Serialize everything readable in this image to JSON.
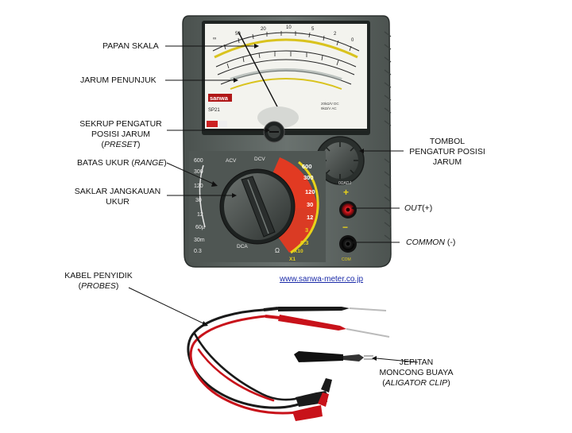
{
  "labels": {
    "papan_skala": "PAPAN SKALA",
    "jarum_penunjuk": "JARUM PENUNJUK",
    "sekrup_l1": "SEKRUP PENGATUR",
    "sekrup_l2": "POSISI JARUM",
    "sekrup_l3_open": "(",
    "sekrup_l3_it": "PRESET",
    "sekrup_l3_close": ")",
    "batas_pre": "BATAS UKUR (",
    "batas_it": "RANGE",
    "batas_post": ")",
    "saklar_l1": "SAKLAR JANGKAUAN",
    "saklar_l2": "UKUR",
    "tombol_l1": "TOMBOL",
    "tombol_l2": "PENGATUR POSISI",
    "tombol_l3": "JARUM",
    "out_it": "OUT",
    "out_post": "(+)",
    "common_it": "COMMON",
    "common_post": " (-)",
    "kabel_l1": "KABEL PENYIDIK",
    "kabel_l2_open": "(",
    "kabel_l2_it": "PROBES",
    "kabel_l2_close": ")",
    "jepitan_l1": "JEPITAN",
    "jepitan_l2": "MONCONG BUAYA",
    "jepitan_l3_open": "(",
    "jepitan_l3_it": "ALIGATOR  CLIP",
    "jepitan_l3_close": ")",
    "url": "www.sanwa-meter.co.jp"
  },
  "device": {
    "brand": "sanwa",
    "model": "SP21",
    "dial_right_ranges": [
      "600",
      "300",
      "120",
      "30",
      "12",
      "3",
      "0.3"
    ],
    "dial_left_ranges": [
      "600",
      "300",
      "120",
      "30",
      "12"
    ],
    "dial_bottom_left": [
      "60µ",
      "30m",
      "0.3"
    ],
    "ohm_ranges": [
      "X10",
      "X1"
    ],
    "text_dcv": "DCV",
    "text_acv": "ACV",
    "text_dca": "DCA",
    "text_ohm": "Ω",
    "text_offset": "0ΩADJ"
  },
  "colors": {
    "body": "#5e6663",
    "body_dark": "#3a403d",
    "face": "#f3f3ee",
    "dial_red": "#e23a22",
    "dial_yellow": "#e8d21a",
    "probe_red": "#c8121a",
    "probe_black": "#1a1a1a"
  }
}
